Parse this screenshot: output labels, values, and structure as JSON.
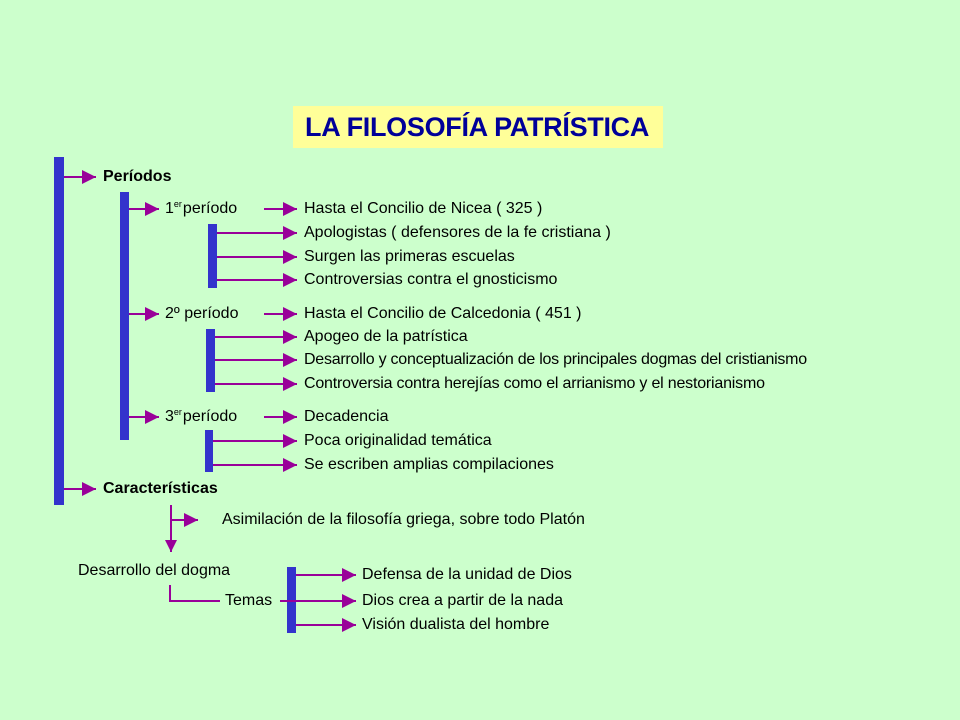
{
  "title": "LA FILOSOFÍA PATRÍSTICA",
  "colors": {
    "background": "#ccffcc",
    "title_bg": "#ffff99",
    "title_text": "#000099",
    "bracket": "#3333cc",
    "arrow": "#990099"
  },
  "periodos": {
    "label": "Períodos",
    "items": [
      {
        "num": "1",
        "sup": "er",
        "label": "período",
        "first": "Hasta el Concilio de Nicea ( 325 )",
        "details": [
          "Apologistas ( defensores de la fe cristiana )",
          "Surgen las primeras escuelas",
          "Controversias contra el gnosticismo"
        ]
      },
      {
        "num": "2º",
        "sup": "",
        "label": "período",
        "first": "Hasta el Concilio de Calcedonia ( 451 )",
        "details": [
          "Apogeo de la patrística",
          "Desarrollo y conceptualización de los principales dogmas del cristianismo",
          "Controversia contra herejías como el arrianismo y el nestorianismo"
        ]
      },
      {
        "num": "3",
        "sup": "er",
        "label": "período",
        "first": "Decadencia",
        "details": [
          "Poca originalidad temática",
          "Se escriben amplias compilaciones"
        ]
      }
    ]
  },
  "caracteristicas": {
    "label": "Características",
    "asimilacion": "Asimilación de la filosofía griega, sobre todo Platón",
    "desarrollo": "Desarrollo del dogma",
    "temas_label": "Temas",
    "temas": [
      "Defensa de la unidad de Dios",
      "Dios crea a partir de la nada",
      "Visión dualista del hombre"
    ]
  }
}
